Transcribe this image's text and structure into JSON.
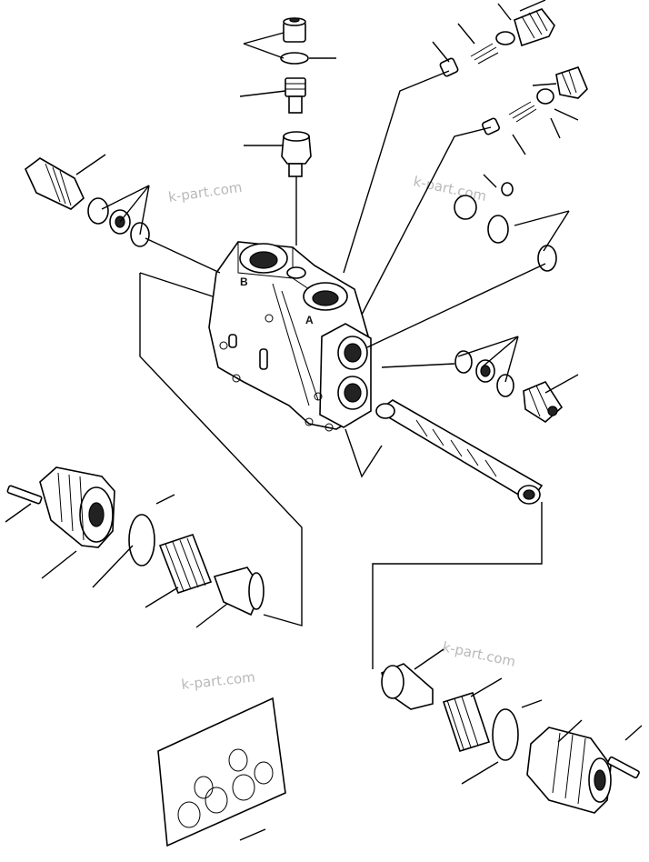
{
  "watermark": "k-part.com",
  "port_labels": {
    "a": "A",
    "b": "B"
  },
  "colors": {
    "line": "#000000",
    "watermark": "#b9b9b9",
    "background": "#ffffff"
  }
}
